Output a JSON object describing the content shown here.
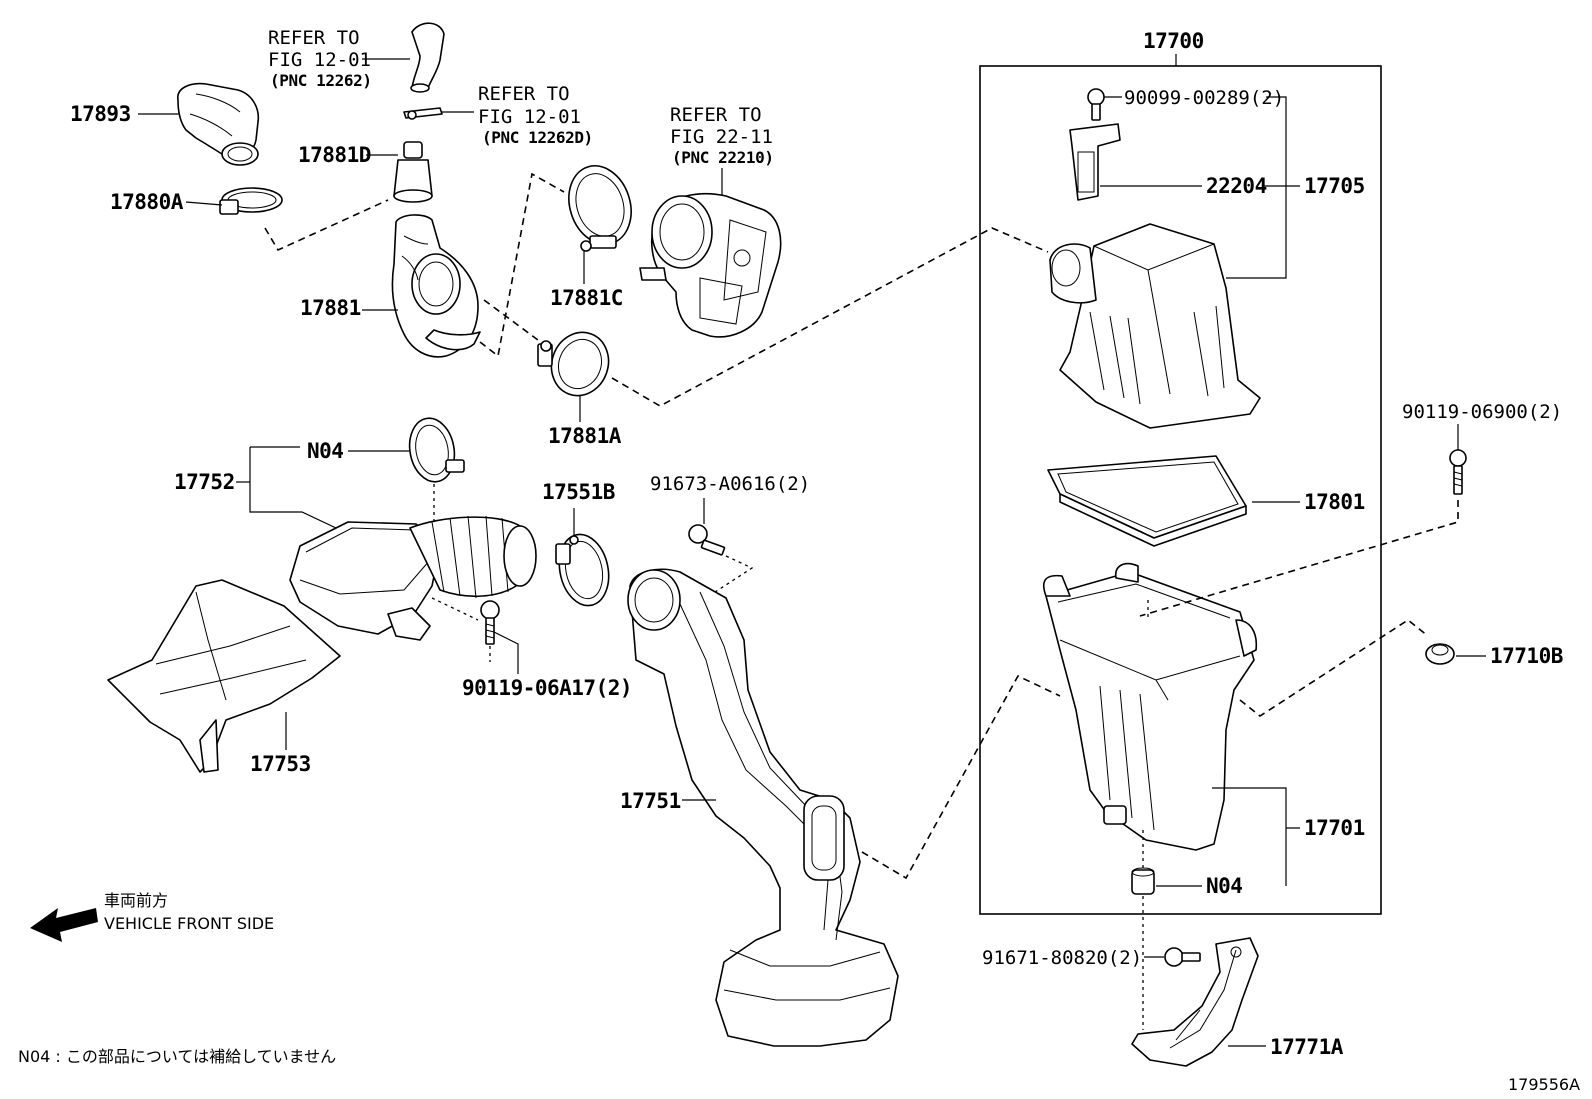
{
  "labels": {
    "p17893": "17893",
    "p17880a": "17880A",
    "p17881d": "17881D",
    "p17881": "17881",
    "p17881c": "17881C",
    "p17881a": "17881A",
    "p17752": "17752",
    "n04_top": "N04",
    "p17753": "17753",
    "p17551b": "17551B",
    "p90119_06a17": "90119-06A17(2)",
    "p91673_a0616": "91673-A0616(2)",
    "p17751": "17751",
    "p17700": "17700",
    "p90099_00289": "90099-00289(2)",
    "p22204": "22204",
    "p17705": "17705",
    "p17801": "17801",
    "p90119_06900": "90119-06900(2)",
    "p17710b": "17710B",
    "p17701": "17701",
    "n04_bottom": "N04",
    "p91671_80820": "91671-80820(2)",
    "p17771a": "17771A"
  },
  "references": {
    "ref1": [
      "REFER TO",
      "FIG 12-01",
      "(PNC 12262)"
    ],
    "ref2": [
      "REFER TO",
      "FIG 12-01",
      "(PNC 12262D)"
    ],
    "ref3": [
      "REFER TO",
      "FIG 22-11",
      "(PNC 22210)"
    ]
  },
  "direction": {
    "jp": "車両前方",
    "en": "VEHICLE FRONT SIDE"
  },
  "footnote": "N04 : この部品については補給していません",
  "figure_id": "179556A"
}
